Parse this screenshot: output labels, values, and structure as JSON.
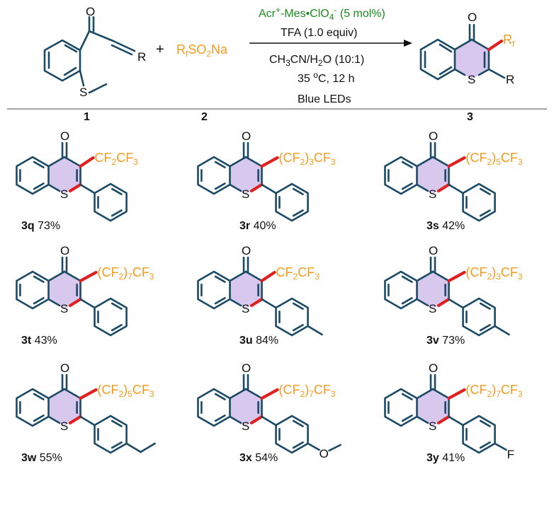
{
  "reaction": {
    "reactant1": {
      "id": "1",
      "r_label": "R",
      "s_label": "S"
    },
    "plus": "+",
    "reactant2": {
      "id": "2",
      "formula_parts": [
        "R",
        "f",
        "SO",
        "2",
        "Na"
      ]
    },
    "conditions": {
      "catalyst_parts": [
        "Acr",
        "+",
        "-Mes•ClO",
        "4",
        "-",
        " (5 mol%)"
      ],
      "additive": "TFA (1.0 equiv)",
      "solvent_parts": [
        "CH",
        "3",
        "CN/H",
        "2",
        "O (10:1)"
      ],
      "temperature_parts": [
        "35 ",
        "o",
        "C, 12 h"
      ],
      "light": "Blue LEDs"
    },
    "product": {
      "id": "3",
      "rf_parts": [
        "R",
        "f"
      ],
      "r_label": "R",
      "s_label": "S",
      "o_label": "O"
    }
  },
  "colors": {
    "bond": "#1a4a66",
    "new_bond": "#e02020",
    "ring_fill": "#d8c8ee",
    "rf": "#f59a1c",
    "catalyst": "#1a8a20"
  },
  "products": [
    {
      "id": "3q",
      "yield": "73%",
      "rf_parts": [
        "CF",
        "2",
        "CF",
        "3"
      ],
      "aryl": "phenyl",
      "rf_style": "short"
    },
    {
      "id": "3r",
      "yield": "40%",
      "rf_parts": [
        "(CF",
        "2",
        ")",
        "3",
        "CF",
        "3"
      ],
      "aryl": "phenyl",
      "rf_style": "long"
    },
    {
      "id": "3s",
      "yield": "42%",
      "rf_parts": [
        "(CF",
        "2",
        ")",
        "5",
        "CF",
        "3"
      ],
      "aryl": "phenyl",
      "rf_style": "long"
    },
    {
      "id": "3t",
      "yield": "43%",
      "rf_parts": [
        "(CF",
        "2",
        ")",
        "7",
        "CF",
        "3"
      ],
      "aryl": "phenyl",
      "rf_style": "long"
    },
    {
      "id": "3u",
      "yield": "84%",
      "rf_parts": [
        "CF",
        "2",
        "CF",
        "3"
      ],
      "aryl": "4-methylphenyl",
      "rf_style": "short"
    },
    {
      "id": "3v",
      "yield": "73%",
      "rf_parts": [
        "(CF",
        "2",
        ")",
        "3",
        "CF",
        "3"
      ],
      "aryl": "4-methylphenyl",
      "rf_style": "long"
    },
    {
      "id": "3w",
      "yield": "55%",
      "rf_parts": [
        "(CF",
        "2",
        ")",
        "5",
        "CF",
        "3"
      ],
      "aryl": "4-ethylphenyl",
      "rf_style": "long"
    },
    {
      "id": "3x",
      "yield": "54%",
      "rf_parts": [
        "(CF",
        "2",
        ")",
        "7",
        "CF",
        "3"
      ],
      "aryl": "4-methoxyphenyl",
      "rf_style": "long"
    },
    {
      "id": "3y",
      "yield": "41%",
      "rf_parts": [
        "(CF",
        "2",
        ")",
        "7",
        "CF",
        "3"
      ],
      "aryl": "4-fluorophenyl",
      "rf_style": "long"
    }
  ],
  "atom_labels": {
    "sulfur": "S",
    "oxygen": "O",
    "fluorine": "F"
  }
}
